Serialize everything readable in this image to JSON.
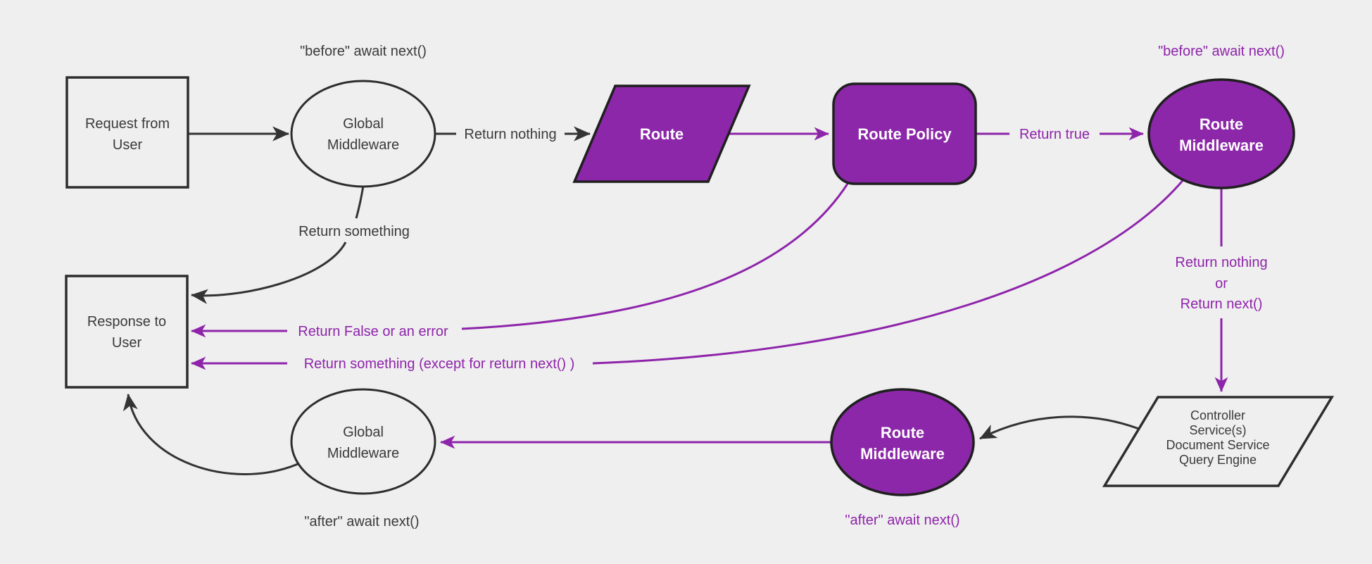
{
  "diagram": {
    "background_color": "#efefef",
    "colors": {
      "purple_fill": "#8b27a8",
      "purple_line": "#8e24aa",
      "dark_line": "#333333",
      "dark_text": "#3a3a3a",
      "node_text_white": "#ffffff"
    },
    "nodes": {
      "request": {
        "line1": "Request from",
        "line2": "User"
      },
      "global_mw_top": {
        "line1": "Global",
        "line2": "Middleware"
      },
      "route": {
        "label": "Route"
      },
      "route_policy": {
        "label": "Route Policy"
      },
      "route_mw_top": {
        "line1": "Route",
        "line2": "Middleware"
      },
      "controller": {
        "line1": "Controller",
        "line2": "Service(s)",
        "line3": "Document Service",
        "line4": "Query Engine"
      },
      "route_mw_bottom": {
        "line1": "Route",
        "line2": "Middleware"
      },
      "global_mw_bottom": {
        "line1": "Global",
        "line2": "Middleware"
      },
      "response": {
        "line1": "Response to",
        "line2": "User"
      }
    },
    "edge_labels": {
      "before_top": "\"before\" await next()",
      "before_right": "\"before\" await next()",
      "return_nothing_top": "Return nothing",
      "return_true": "Return true",
      "return_something": "Return something",
      "return_false": "Return False or an error",
      "return_something_except": "Return something (except for return next() )",
      "return_nothing_or_1": "Return nothing",
      "return_nothing_or_2": "or",
      "return_nothing_or_3": "Return next()",
      "after_right": "\"after\" await next()",
      "after_left": "\"after\" await next()"
    }
  }
}
